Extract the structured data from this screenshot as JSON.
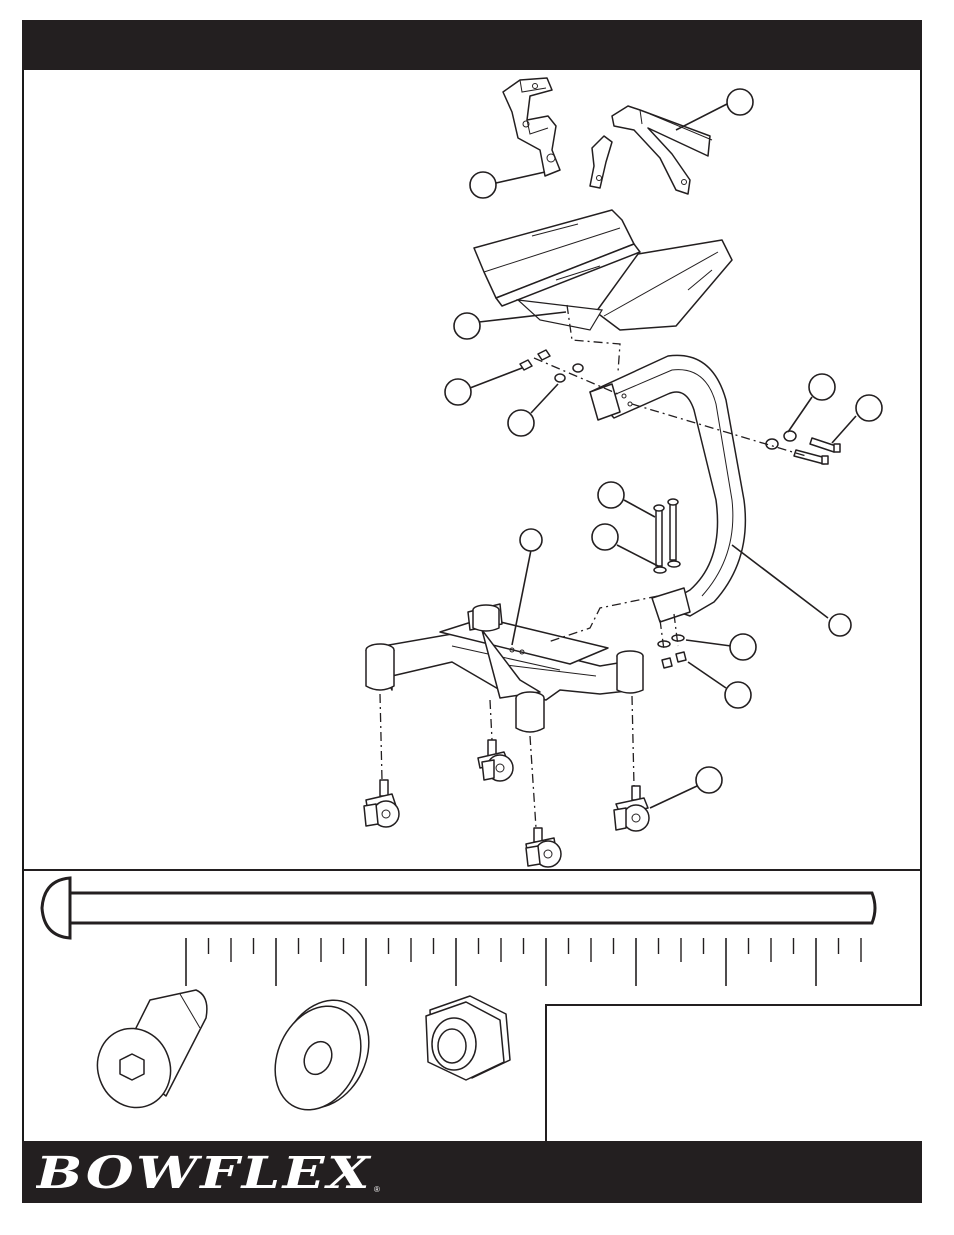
{
  "header": {
    "title": ""
  },
  "footer": {
    "brand_logo": "BOWFLEX",
    "registered_mark": "®"
  },
  "diagram": {
    "callouts": [
      {
        "id": "callout-bracket",
        "label": ""
      },
      {
        "id": "callout-strap",
        "label": ""
      },
      {
        "id": "callout-tray",
        "label": ""
      },
      {
        "id": "callout-nut-top",
        "label": ""
      },
      {
        "id": "callout-washer-top",
        "label": ""
      },
      {
        "id": "callout-washer-right",
        "label": ""
      },
      {
        "id": "callout-bolt-right",
        "label": ""
      },
      {
        "id": "callout-bolt-vertical",
        "label": ""
      },
      {
        "id": "callout-washer-vertical",
        "label": ""
      },
      {
        "id": "callout-base",
        "label": ""
      },
      {
        "id": "callout-upright",
        "label": ""
      },
      {
        "id": "callout-washer-bottom",
        "label": ""
      },
      {
        "id": "callout-nut-bottom",
        "label": ""
      },
      {
        "id": "callout-caster",
        "label": ""
      }
    ]
  },
  "hardware": {
    "ruler": {
      "ticks": 31
    },
    "items": [
      {
        "name": "socket-head-bolt",
        "label": ""
      },
      {
        "name": "flat-washer",
        "label": ""
      },
      {
        "name": "lock-nut",
        "label": ""
      }
    ],
    "note_text": ""
  },
  "colors": {
    "ink": "#231f20",
    "paper": "#ffffff"
  }
}
